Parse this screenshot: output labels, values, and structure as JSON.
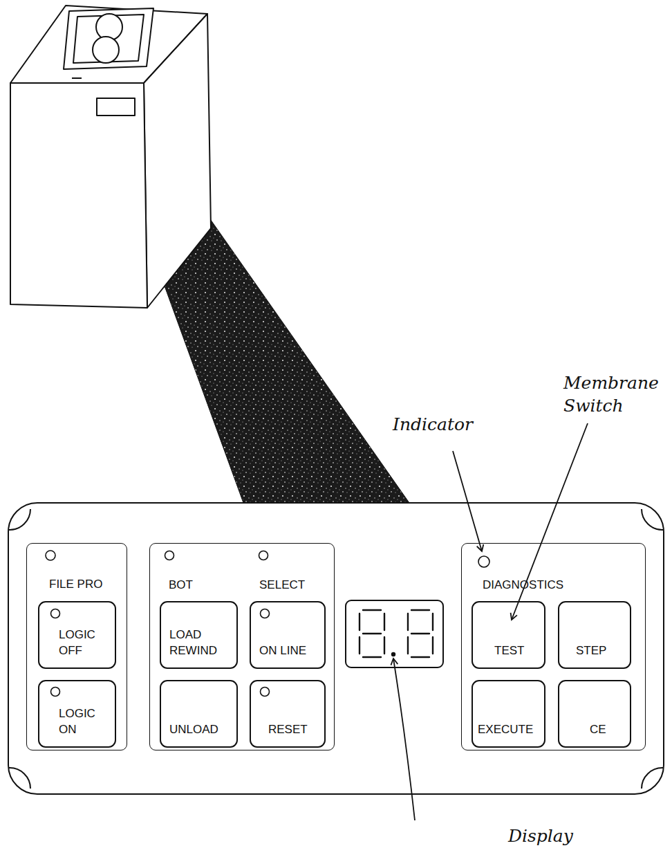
{
  "diagram": {
    "nodes": [
      {
        "text": [
          "FILE PRO"
        ]
      },
      {
        "text": [
          "LOGIC OFF"
        ],
        "in": 0
      },
      {
        "text": [
          "LOGIC ON"
        ],
        "in": 0
      },
      {
        "text": [
          "BOT",
          "SELECT"
        ]
      },
      {
        "text": [
          "LOAD REWIND"
        ],
        "in": 3
      },
      {
        "text": [
          "ON LINE"
        ],
        "in": 3
      },
      {
        "text": [
          "UNLOAD"
        ],
        "in": 3
      },
      {
        "text": [
          "RESET"
        ],
        "in": 3
      },
      {
        "text": [
          "DIAGNOSTICS"
        ]
      },
      {
        "text": [
          "TEST"
        ],
        "in": 8
      },
      {
        "text": [
          "STEP"
        ],
        "in": 8
      },
      {
        "text": [
          "EXECUTE"
        ],
        "in": 8
      },
      {
        "text": [
          "CE"
        ],
        "in": 8
      }
    ],
    "labels": [
      "Indicator",
      "Membrane Switch",
      "Display"
    ]
  }
}
